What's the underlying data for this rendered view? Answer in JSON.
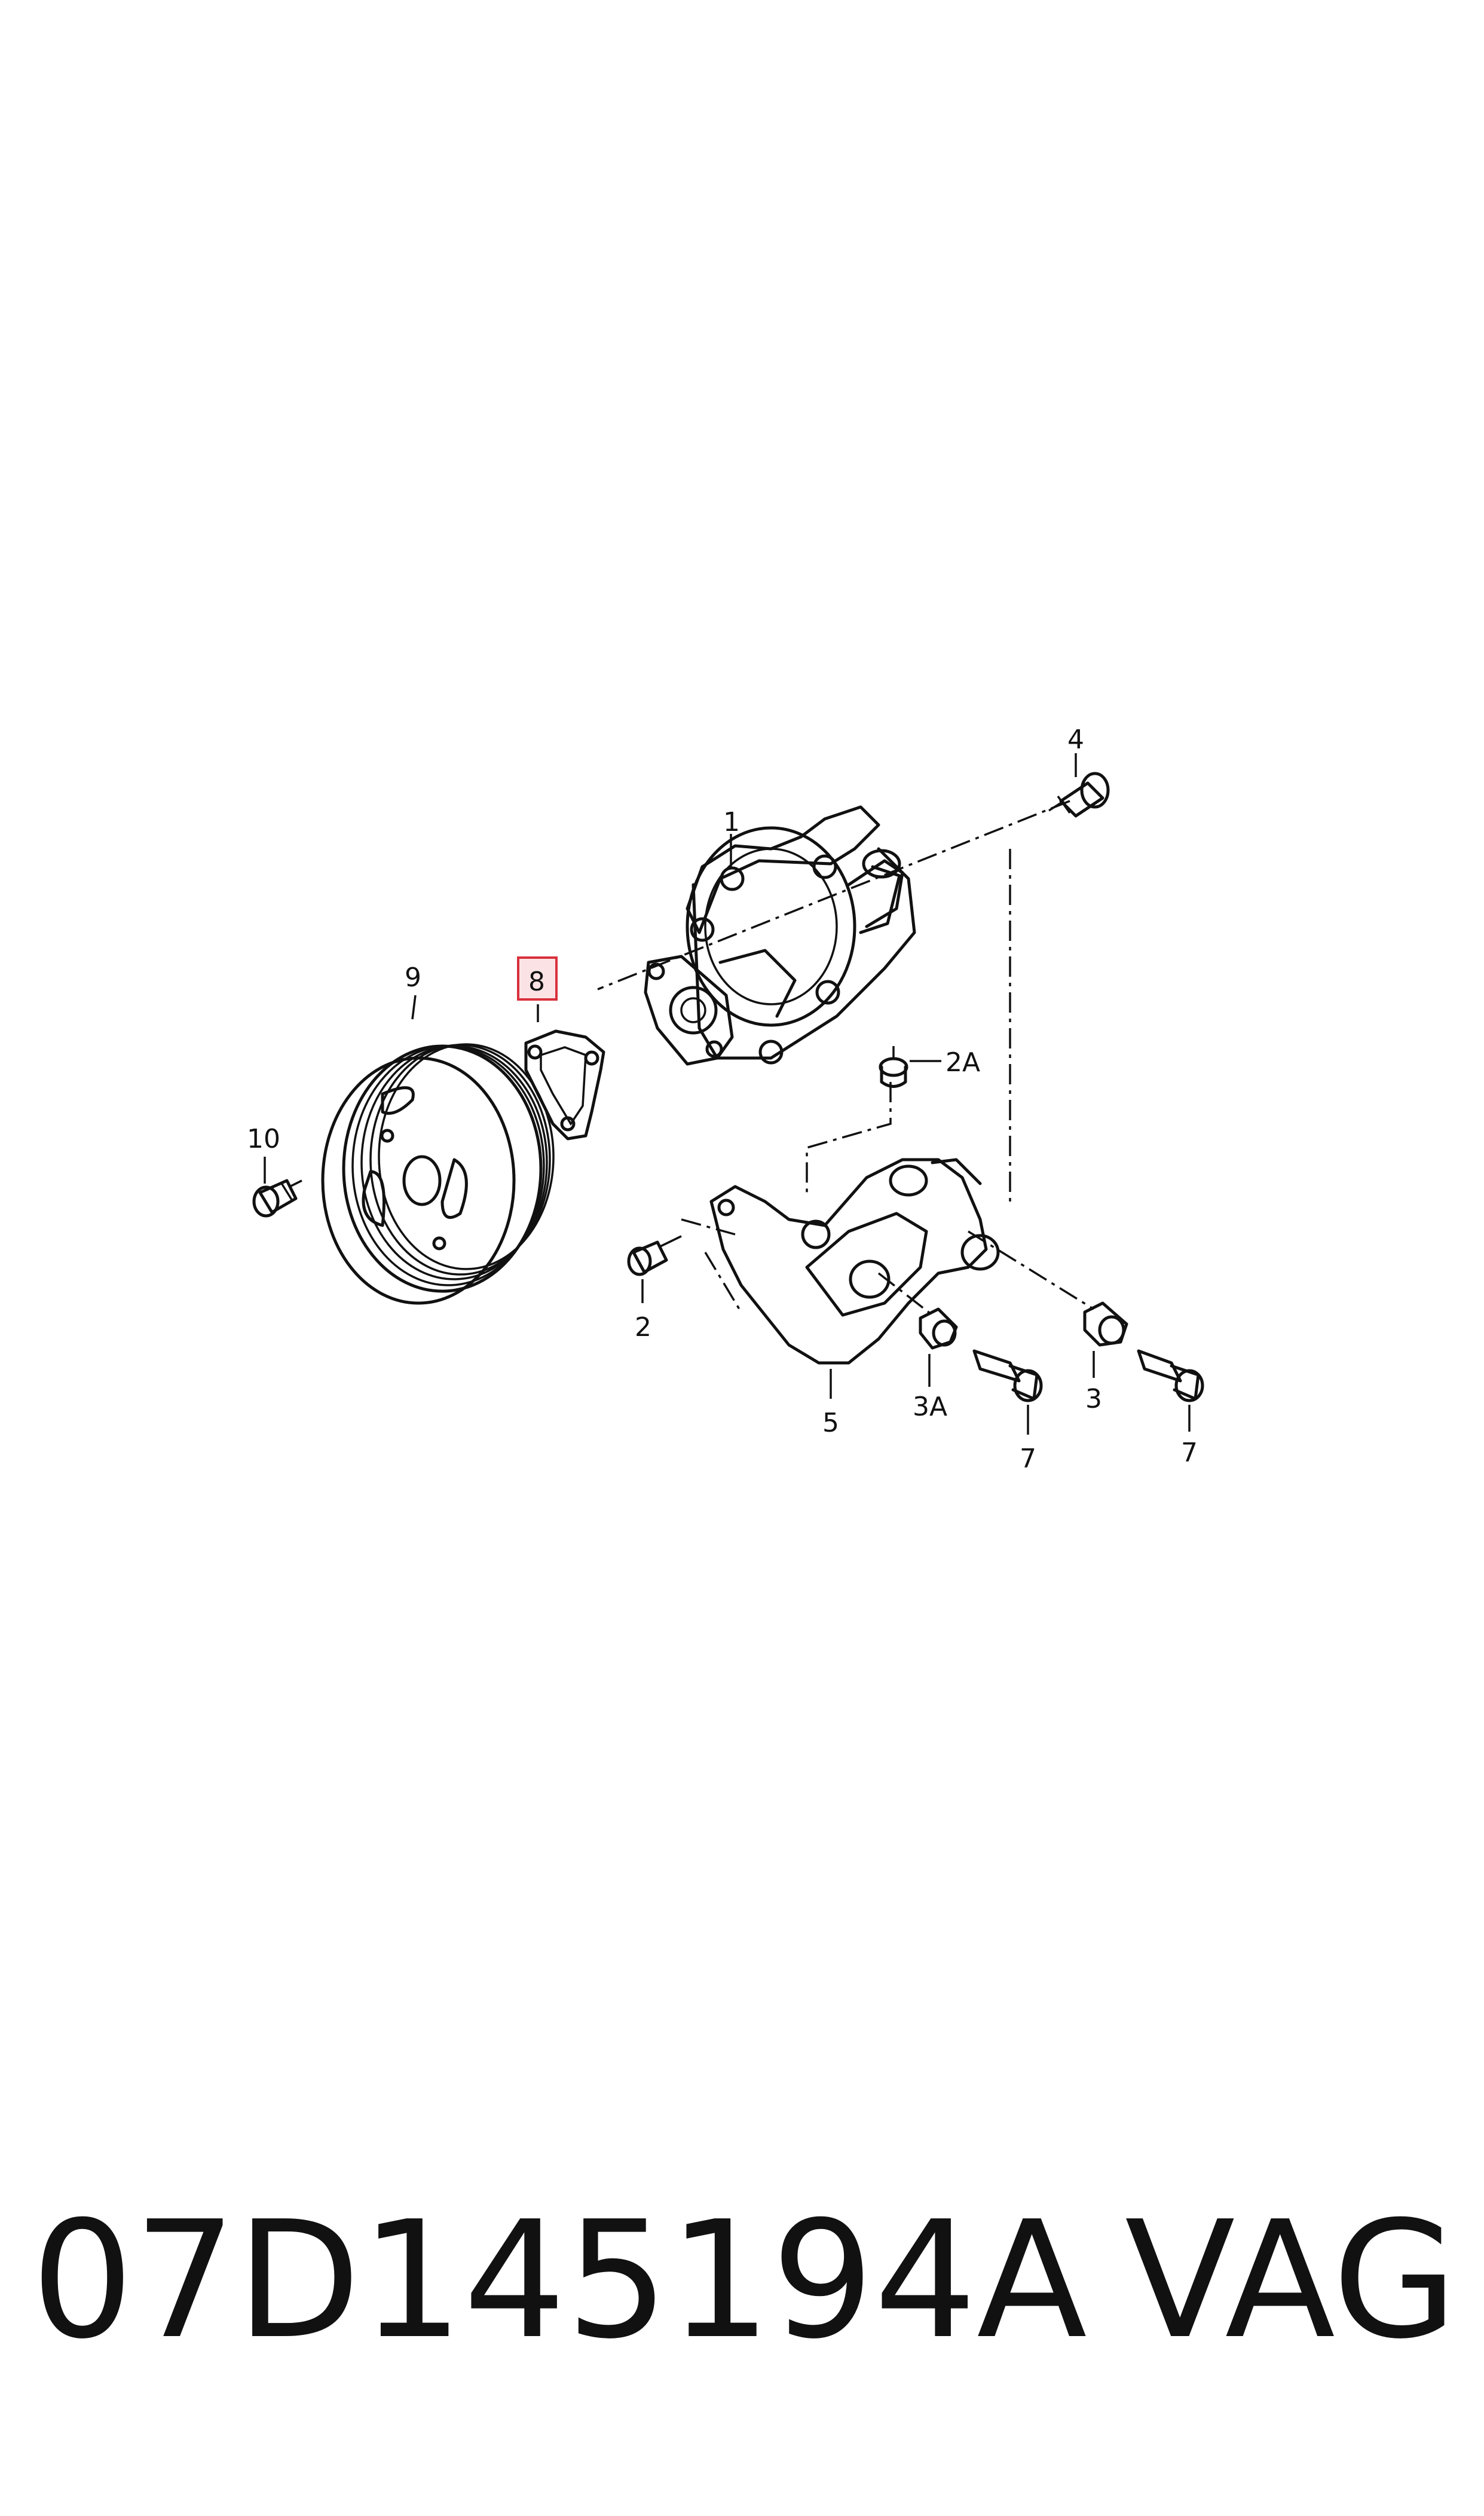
{
  "labels": {
    "l1": "1",
    "l2": "2",
    "l2a": "2A",
    "l3": "3",
    "l3a": "3A",
    "l4": "4",
    "l5": "5",
    "l7a": "7",
    "l7b": "7",
    "l8": "8",
    "l9": "9",
    "l10": "10"
  },
  "highlight_color": "#d9303c",
  "caption": {
    "part_number": "07D145194A",
    "brand": "VAG"
  }
}
